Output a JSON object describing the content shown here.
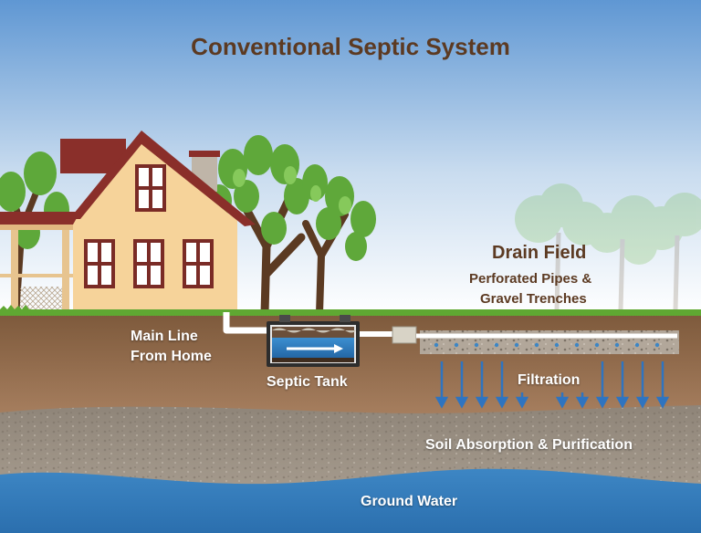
{
  "title": "Conventional Septic System",
  "labels": {
    "drain_field": "Drain Field",
    "drain_field_sub1": "Perforated Pipes &",
    "drain_field_sub2": "Gravel Trenches",
    "main_line_1": "Main Line",
    "main_line_2": "From Home",
    "septic_tank": "Septic Tank",
    "filtration": "Filtration",
    "soil_absorption": "Soil Absorption & Purification",
    "ground_water": "Ground Water"
  },
  "colors": {
    "sky_top": "#5f97d3",
    "sky_bottom": "#ffffff",
    "title_text": "#5c3a22",
    "soil": "#9c7350",
    "gravel": "#9a8f82",
    "ground_water": "#3d86c4",
    "grass": "#5fa832",
    "house_wall": "#f6d39a",
    "roof": "#8a2f2a",
    "arrow_blue": "#2f74c0"
  }
}
